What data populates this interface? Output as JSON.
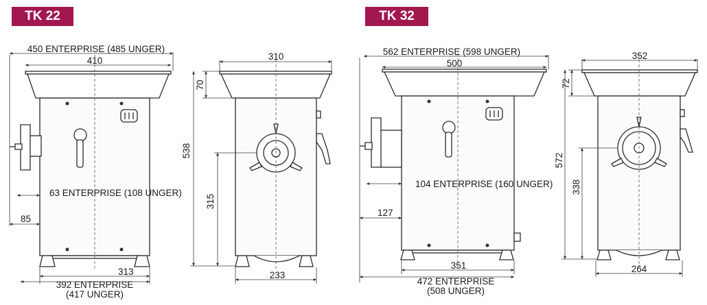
{
  "models": [
    {
      "name": "TK 22",
      "front": {
        "width_top": "450 ENTERPRISE (485 UNGER)",
        "width_hopper": "410",
        "side_depth": "63 ENTERPRISE (108 UNGER)",
        "offset_left": "85",
        "base_inner": "313",
        "base_total_line1": "392 ENTERPRISE",
        "base_total_line2": "(417 UNGER)"
      },
      "side": {
        "width_top": "310",
        "hopper_height": "70",
        "total_height": "538",
        "outlet_height": "315",
        "base_width": "233"
      }
    },
    {
      "name": "TK 32",
      "front": {
        "width_top": "562 ENTERPRISE (598 UNGER)",
        "width_hopper": "500",
        "side_depth": "104 ENTERPRISE (160 UNGER)",
        "offset_left": "127",
        "base_inner": "351",
        "base_total_line1": "472 ENTERPRISE",
        "base_total_line2": "(508 UNGER)"
      },
      "side": {
        "width_top": "352",
        "hopper_height": "72",
        "total_height": "572",
        "outlet_height": "338",
        "base_width": "264"
      }
    }
  ]
}
